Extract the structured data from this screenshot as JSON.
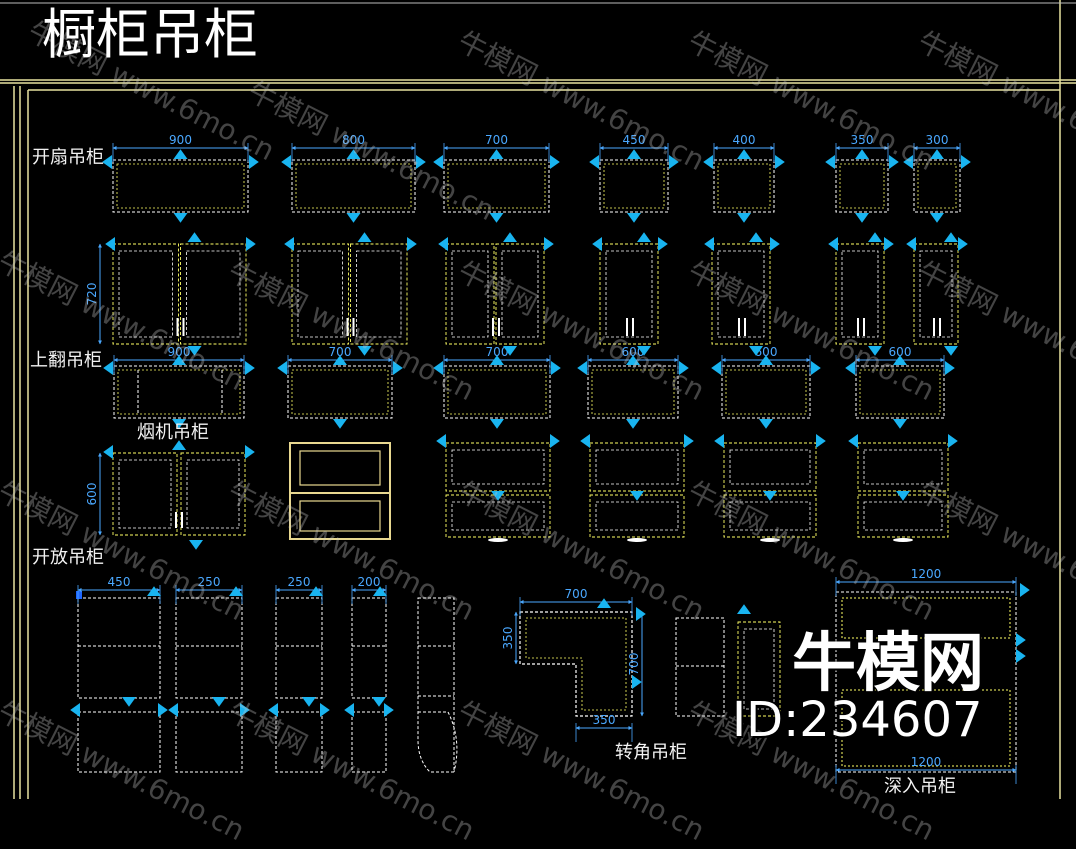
{
  "title": "橱柜吊柜",
  "sections": {
    "swing": "开扇吊柜",
    "lift": "上翻吊柜",
    "hood": "烟机吊柜",
    "open": "开放吊柜",
    "corner": "转角吊柜",
    "deep": "深入吊柜"
  },
  "dimensions": {
    "row1": [
      "900",
      "800",
      "700",
      "450",
      "400",
      "350",
      "300"
    ],
    "row2_left": "720",
    "row3": [
      "900",
      "700",
      "700",
      "600",
      "600",
      "600"
    ],
    "row4_left": "600",
    "open": [
      "450",
      "250",
      "250",
      "200"
    ],
    "corner": [
      "700",
      "350",
      "700",
      "350"
    ],
    "deep": [
      "1200",
      "1200"
    ]
  },
  "watermark": {
    "logo": "牛模网",
    "id": "ID:234607",
    "repeat": "牛模网 www.6mo.cn"
  },
  "colors": {
    "background": "#000000",
    "cabinet_line": "#ffffff",
    "cabinet_outline": "#ffff66",
    "dimension": "#4aa8ff",
    "arrow": "#19b4f0",
    "frame": "#e8e2a0"
  }
}
